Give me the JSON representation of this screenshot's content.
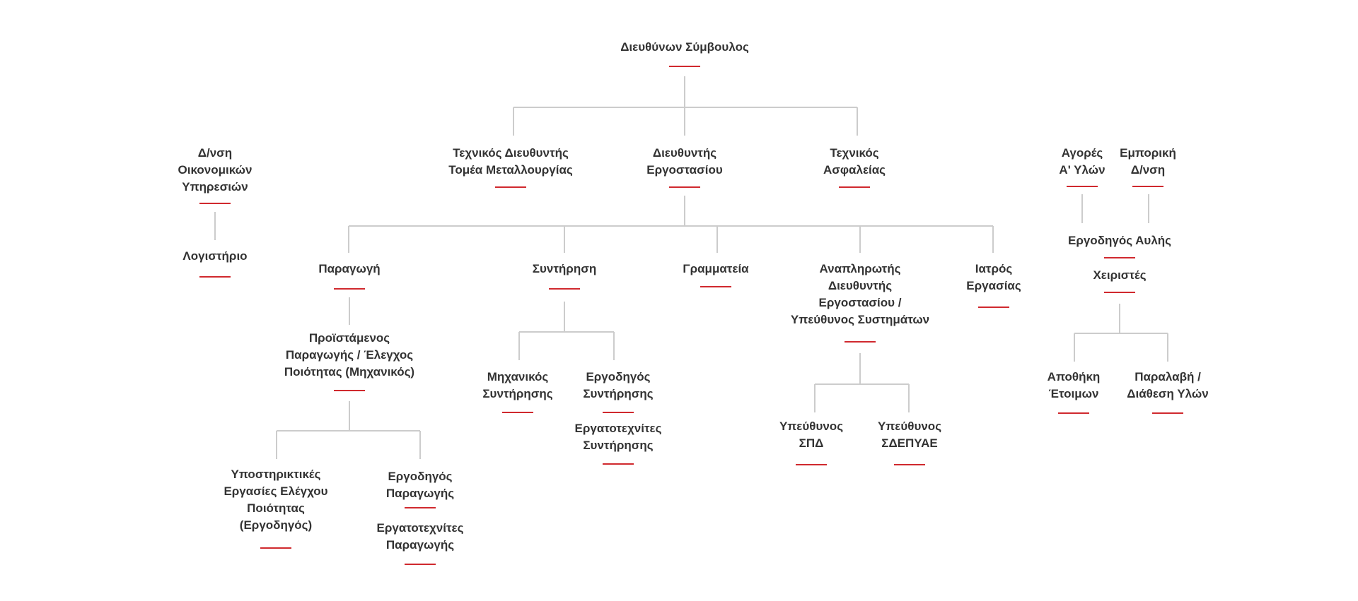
{
  "colors": {
    "connector": "#cccccc",
    "accent": "#d0292e",
    "text": "#333333"
  },
  "nodes": [
    {
      "id": "ceo",
      "label": "Διευθύνων Σύμβουλος"
    },
    {
      "id": "finance",
      "label": "Δ/νση\nΟικονομικών\nΥπηρεσιών"
    },
    {
      "id": "accounting",
      "label": "Λογιστήριο"
    },
    {
      "id": "tech_dir",
      "label": "Τεχνικός Διευθυντής\nΤομέα Μεταλλουργίας"
    },
    {
      "id": "plant_dir",
      "label": "Διευθυντής\nΕργοστασίου"
    },
    {
      "id": "safety_tech",
      "label": "Τεχνικός\nΑσφαλείας"
    },
    {
      "id": "purchasing",
      "label": "Αγορές\nΑ' Υλών"
    },
    {
      "id": "sales",
      "label": "Εμπορική\nΔ/νση"
    },
    {
      "id": "yard_foreman",
      "label": "Εργοδηγός Αυλής"
    },
    {
      "id": "operators",
      "label": "Χειριστές"
    },
    {
      "id": "warehouse",
      "label": "Αποθήκη\nΈτοιμων"
    },
    {
      "id": "receiving",
      "label": "Παραλαβή /\nΔιάθεση Υλών"
    },
    {
      "id": "production",
      "label": "Παραγωγή"
    },
    {
      "id": "maintenance",
      "label": "Συντήρηση"
    },
    {
      "id": "secretariat",
      "label": "Γραμματεία"
    },
    {
      "id": "deputy_dir",
      "label": "Αναπληρωτής\nΔιευθυντής\nΕργοστασίου /\nΥπεύθυνος Συστημάτων"
    },
    {
      "id": "doctor",
      "label": "Ιατρός\nΕργασίας"
    },
    {
      "id": "prod_supervisor",
      "label": "Προϊστάμενος\nΠαραγωγής / Έλεγχος\nΠοιότητας (Μηχανικός)"
    },
    {
      "id": "quality_support",
      "label": "Υποστηρικτικές\nΕργασίες Ελέγχου\nΠοιότητας\n(Εργοδηγός)"
    },
    {
      "id": "prod_foreman",
      "label": "Εργοδηγός\nΠαραγωγής"
    },
    {
      "id": "prod_workers",
      "label": "Εργατοτεχνίτες\nΠαραγωγής"
    },
    {
      "id": "maint_engineer",
      "label": "Μηχανικός\nΣυντήρησης"
    },
    {
      "id": "maint_foreman",
      "label": "Εργοδηγός\nΣυντήρησης"
    },
    {
      "id": "maint_workers",
      "label": "Εργατοτεχνίτες\nΣυντήρησης"
    },
    {
      "id": "spd_manager",
      "label": "Υπεύθυνος\nΣΠΔ"
    },
    {
      "id": "sdepyae_manager",
      "label": "Υπεύθυνος\nΣΔΕΠΥΑΕ"
    }
  ]
}
